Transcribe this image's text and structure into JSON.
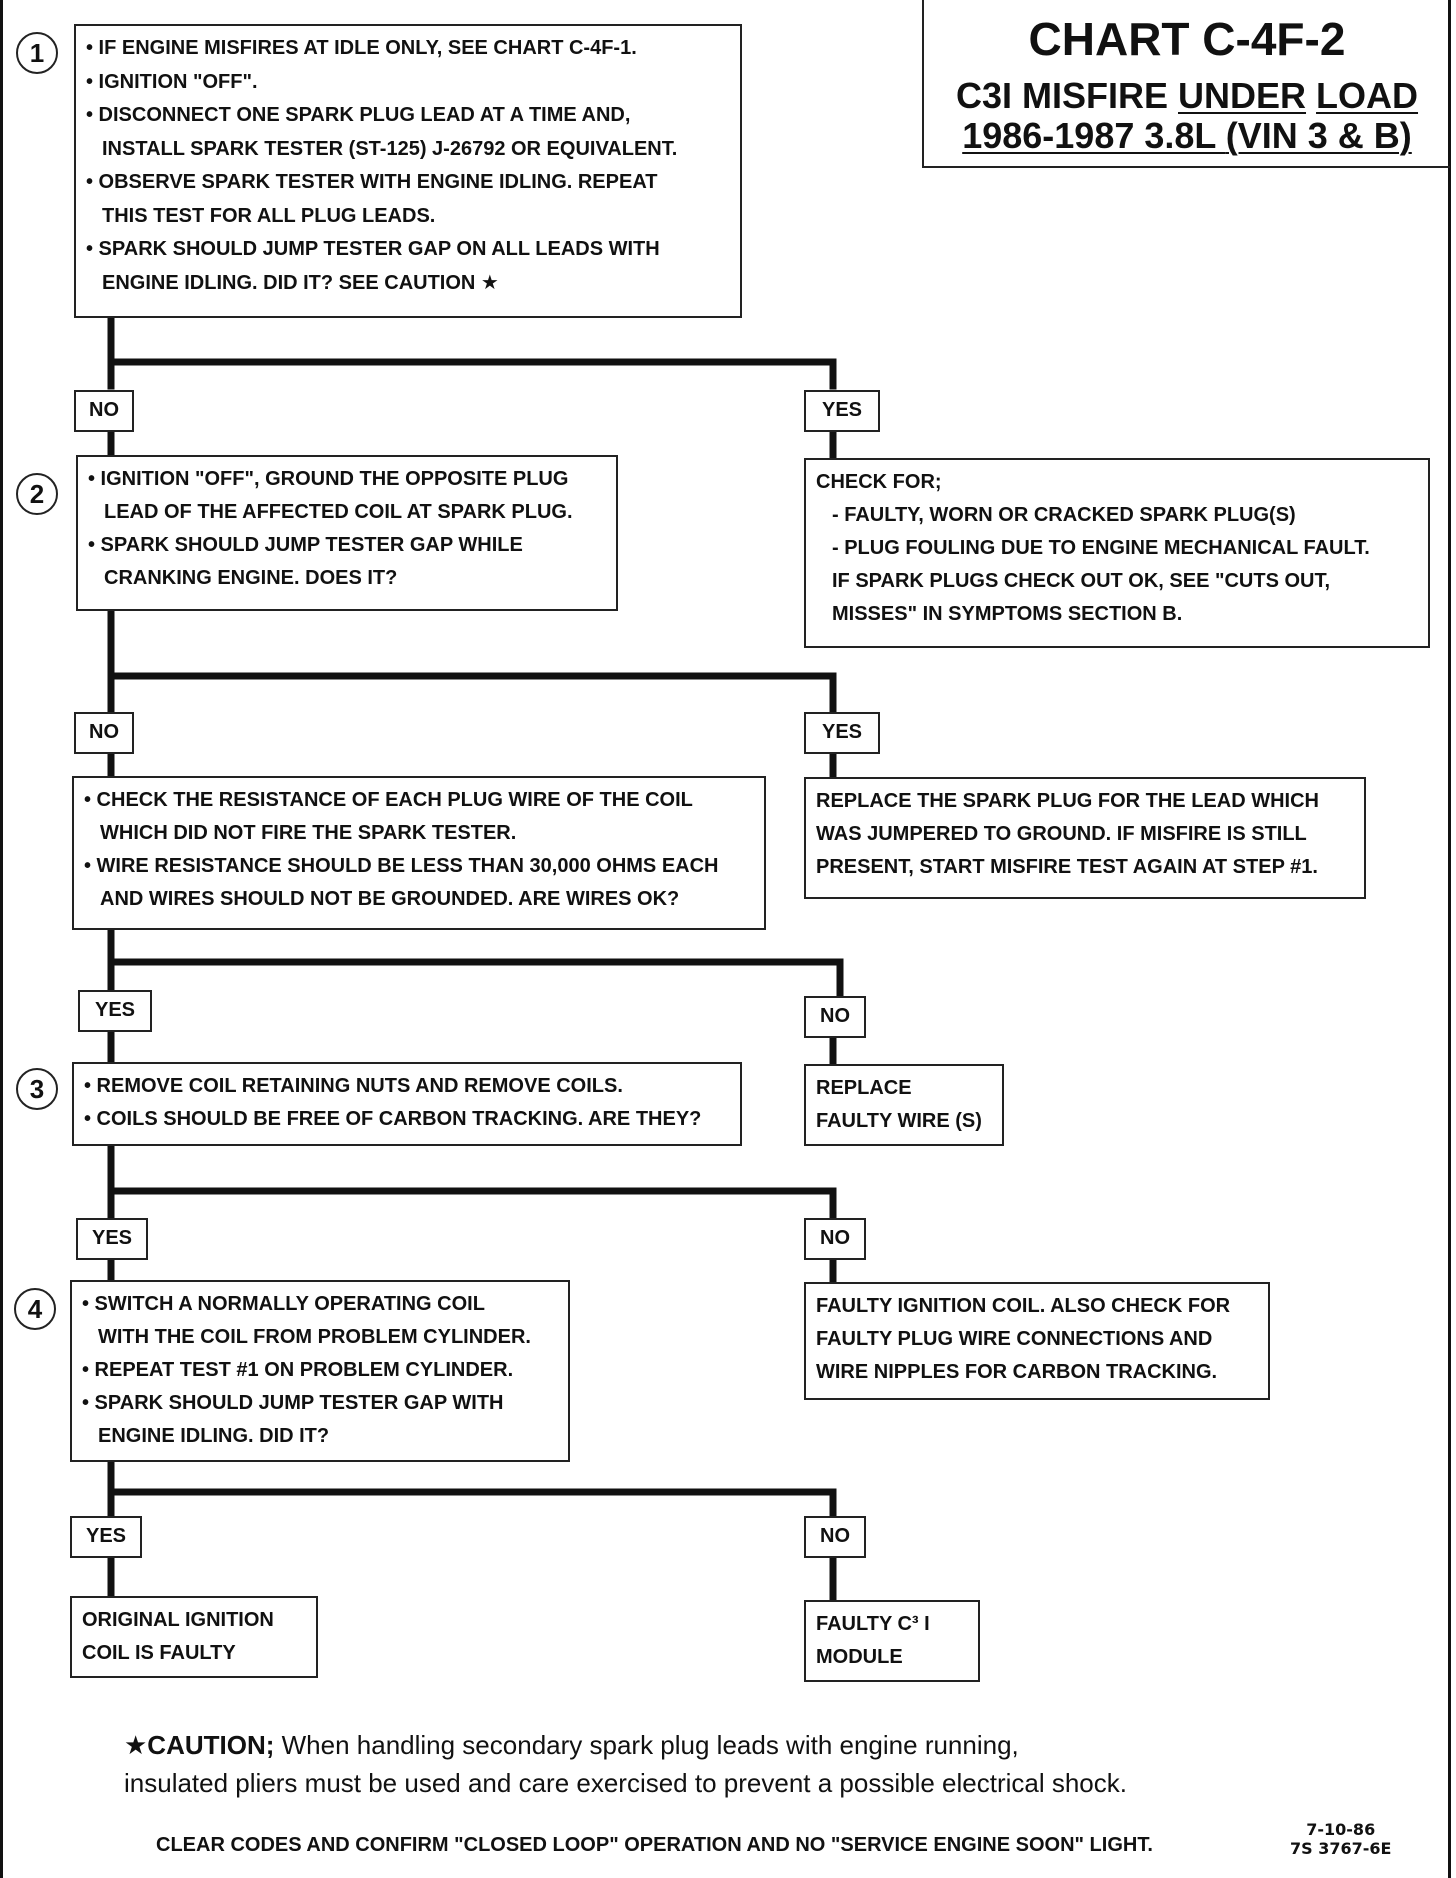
{
  "title": {
    "main": "CHART C-4F-2",
    "sub1_prefix": "C3I MISFIRE ",
    "sub1_u1": "UNDER",
    "sub1_space": " ",
    "sub1_u2": "LOAD",
    "sub2_prefix": "1986-1987 3.8L ",
    "sub2_u": "(VIN 3 & B)"
  },
  "steps": [
    "1",
    "2",
    "3",
    "4"
  ],
  "boxes": {
    "step1": [
      "• IF ENGINE MISFIRES AT IDLE ONLY, SEE CHART C-4F-1.",
      "• IGNITION \"OFF\".",
      "• DISCONNECT ONE SPARK PLUG LEAD AT A TIME AND,",
      "INSTALL SPARK TESTER (ST-125) J-26792 OR EQUIVALENT.",
      "• OBSERVE SPARK TESTER WITH ENGINE IDLING. REPEAT",
      "THIS TEST FOR ALL PLUG LEADS.",
      "• SPARK SHOULD JUMP TESTER GAP ON ALL LEADS WITH",
      "ENGINE IDLING. DID IT? SEE CAUTION ★"
    ],
    "step2": [
      "• IGNITION \"OFF\", GROUND THE OPPOSITE PLUG",
      "LEAD OF THE AFFECTED COIL AT SPARK PLUG.",
      "• SPARK SHOULD JUMP TESTER GAP WHILE",
      "CRANKING ENGINE. DOES IT?"
    ],
    "check_for": [
      "CHECK FOR;",
      "- FAULTY, WORN OR CRACKED SPARK PLUG(S)",
      "- PLUG FOULING DUE TO ENGINE MECHANICAL FAULT.",
      "IF SPARK PLUGS CHECK OUT OK, SEE \"CUTS OUT,",
      "MISSES\" IN SYMPTOMS SECTION B."
    ],
    "resistance": [
      "• CHECK THE RESISTANCE OF EACH PLUG WIRE OF THE COIL",
      "WHICH DID NOT FIRE THE SPARK TESTER.",
      "• WIRE RESISTANCE SHOULD BE LESS THAN 30,000 OHMS EACH",
      "AND WIRES SHOULD NOT BE GROUNDED. ARE WIRES OK?"
    ],
    "replace_plug": [
      "REPLACE THE SPARK PLUG FOR THE LEAD WHICH",
      "WAS JUMPERED TO GROUND. IF MISFIRE IS STILL",
      "PRESENT, START MISFIRE TEST AGAIN AT STEP #1."
    ],
    "step3": [
      "• REMOVE COIL RETAINING NUTS AND REMOVE COILS.",
      "• COILS SHOULD BE FREE OF CARBON TRACKING. ARE THEY?"
    ],
    "replace_wire": [
      "REPLACE",
      "FAULTY WIRE (S)"
    ],
    "step4": [
      "• SWITCH A NORMALLY OPERATING COIL",
      "WITH THE COIL FROM PROBLEM CYLINDER.",
      "• REPEAT TEST #1 ON PROBLEM CYLINDER.",
      "• SPARK SHOULD JUMP TESTER GAP WITH",
      "ENGINE IDLING. DID IT?"
    ],
    "faulty_coil": [
      "FAULTY IGNITION COIL. ALSO CHECK FOR",
      "FAULTY PLUG WIRE CONNECTIONS AND",
      "WIRE NIPPLES FOR CARBON TRACKING."
    ],
    "original_coil": [
      "ORIGINAL IGNITION",
      "COIL IS FAULTY"
    ],
    "faulty_module": [
      "FAULTY C³ I",
      "MODULE"
    ]
  },
  "labels": {
    "no1": "NO",
    "yes1": "YES",
    "no2": "NO",
    "yes2": "YES",
    "yes3": "YES",
    "no3": "NO",
    "yes4": "YES",
    "no4": "NO",
    "yes5": "YES",
    "no5": "NO"
  },
  "caution": {
    "head": "★CAUTION;",
    "line1": " When handling secondary spark plug leads with engine running,",
    "line2": "insulated pliers must be used and care exercised to prevent a possible electrical shock."
  },
  "footer": "CLEAR CODES AND CONFIRM \"CLOSED LOOP\" OPERATION AND NO \"SERVICE ENGINE SOON\" LIGHT.",
  "doc_code": {
    "date": "7-10-86",
    "number": "7S 3767-6E"
  }
}
